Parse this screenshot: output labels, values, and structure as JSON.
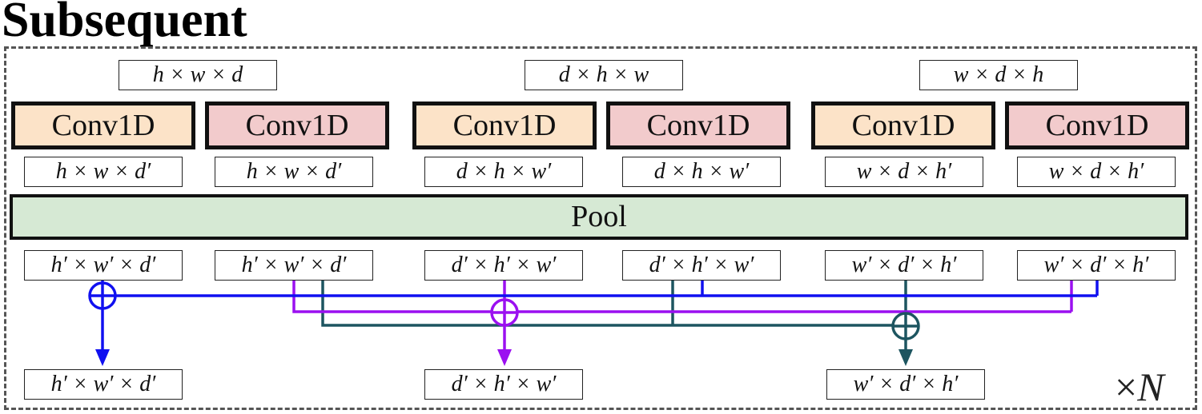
{
  "title": "Subsequent",
  "colors": {
    "conv_orange": "#fce3c8",
    "conv_pink": "#f2cbcc",
    "pool": "#d6e9d4",
    "blue": "#1010f0",
    "purple": "#9b10f0",
    "teal": "#1d5560"
  },
  "groups": [
    {
      "input": "h × w × d",
      "convs": [
        {
          "label": "Conv1D",
          "color": "orange",
          "output": "h × w × d′"
        },
        {
          "label": "Conv1D",
          "color": "pink",
          "output": "h × w × d′"
        }
      ]
    },
    {
      "input": "d × h × w",
      "convs": [
        {
          "label": "Conv1D",
          "color": "orange",
          "output": "d × h × w′"
        },
        {
          "label": "Conv1D",
          "color": "pink",
          "output": "d × h × w′"
        }
      ]
    },
    {
      "input": "w × d × h",
      "convs": [
        {
          "label": "Conv1D",
          "color": "orange",
          "output": "w × d × h′"
        },
        {
          "label": "Conv1D",
          "color": "pink",
          "output": "w × d × h′"
        }
      ]
    }
  ],
  "pool": "Pool",
  "pooled": [
    "h′ × w′ × d′",
    "h′ × w′ × d′",
    "d′ × h′ × w′",
    "d′ × h′ × w′",
    "w′ × d′ × h′",
    "w′ × d′ × h′"
  ],
  "sums": [
    {
      "output": "h′ × w′ × d′",
      "color": "blue",
      "symbol": "⊕"
    },
    {
      "output": "d′ × h′ × w′",
      "color": "purple",
      "symbol": "⊕"
    },
    {
      "output": "w′ × d′ × h′",
      "color": "teal",
      "symbol": "⊕"
    }
  ],
  "repeat": {
    "times_symbol": "×",
    "count": "N"
  }
}
